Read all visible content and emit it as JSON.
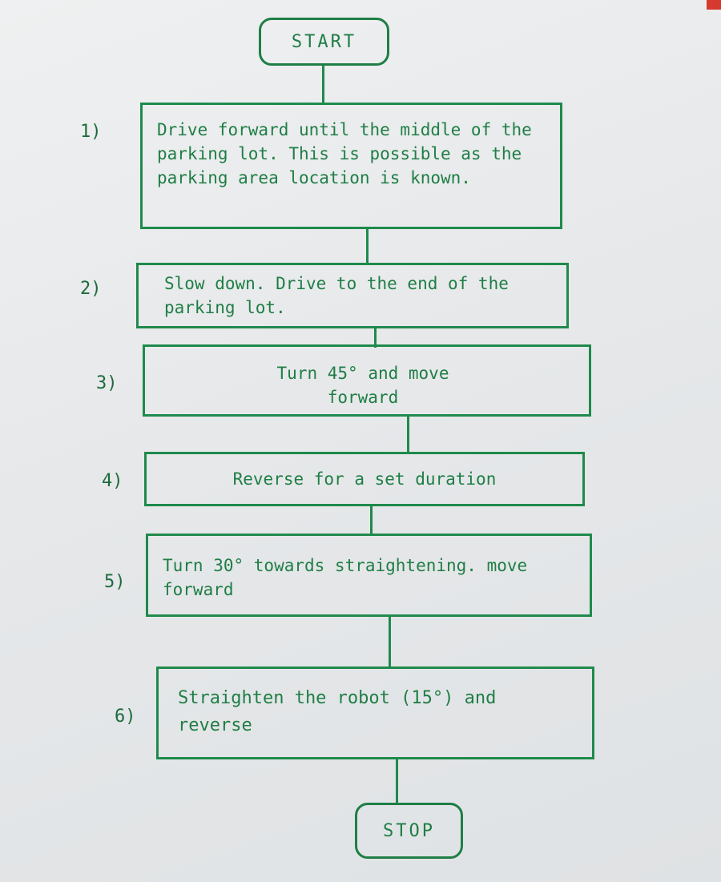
{
  "flowchart": {
    "start": "START",
    "stop": "STOP",
    "steps": [
      {
        "number": "1)",
        "text": "Drive forward until the middle of the parking lot. This is possible as the parking area location is known."
      },
      {
        "number": "2)",
        "text": "Slow down. Drive to the end of the parking lot."
      },
      {
        "number": "3)",
        "text": "Turn 45° and move forward"
      },
      {
        "number": "4)",
        "text": "Reverse for a set duration"
      },
      {
        "number": "5)",
        "text": "Turn 30° towards straightening. move forward"
      },
      {
        "number": "6)",
        "text": "Straighten the robot (15°) and reverse"
      }
    ]
  },
  "colors": {
    "ink": "#1f7e45",
    "paper": "#e6e8ea"
  }
}
